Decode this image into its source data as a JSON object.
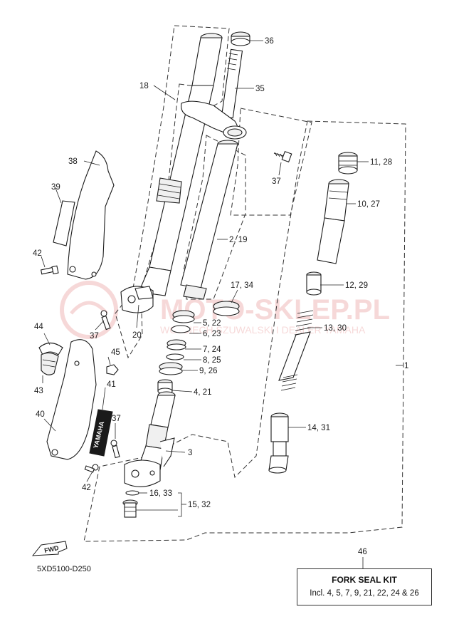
{
  "diagram": {
    "code": "5XD5100-D250",
    "front_arrow_label": "FWD",
    "callouts": {
      "c36": "36",
      "c35": "35",
      "c18": "18",
      "c37a": "37",
      "c1128": "11, 28",
      "c38": "38",
      "c1027": "10, 27",
      "c39": "39",
      "c219": "2, 19",
      "c42a": "42",
      "c1734": "17, 34",
      "c1229": "12, 29",
      "c522": "5, 22",
      "c623": "6, 23",
      "c1330": "13, 30",
      "c37b": "37",
      "c20": "20",
      "c724": "7, 24",
      "c44": "44",
      "c825": "8, 25",
      "c45": "45",
      "c926": "9, 26",
      "c1": "1",
      "c43": "43",
      "c41": "41",
      "c421": "4, 21",
      "c1431": "14, 31",
      "c40": "40",
      "c37c": "37",
      "c3": "3",
      "c42b": "42",
      "c1633": "16, 33",
      "c1532": "15, 32",
      "c46": "46"
    },
    "watermark": {
      "main": "MOTO-SKLEP.PL",
      "sub": "WOJCIECH SZUWALSKI I DEALER YAMAHA"
    },
    "guard_brand": "YAMAHA"
  },
  "kit": {
    "title": "FORK SEAL KIT",
    "contents": "Incl. 4, 5, 7, 9, 21, 22, 24 & 26"
  }
}
